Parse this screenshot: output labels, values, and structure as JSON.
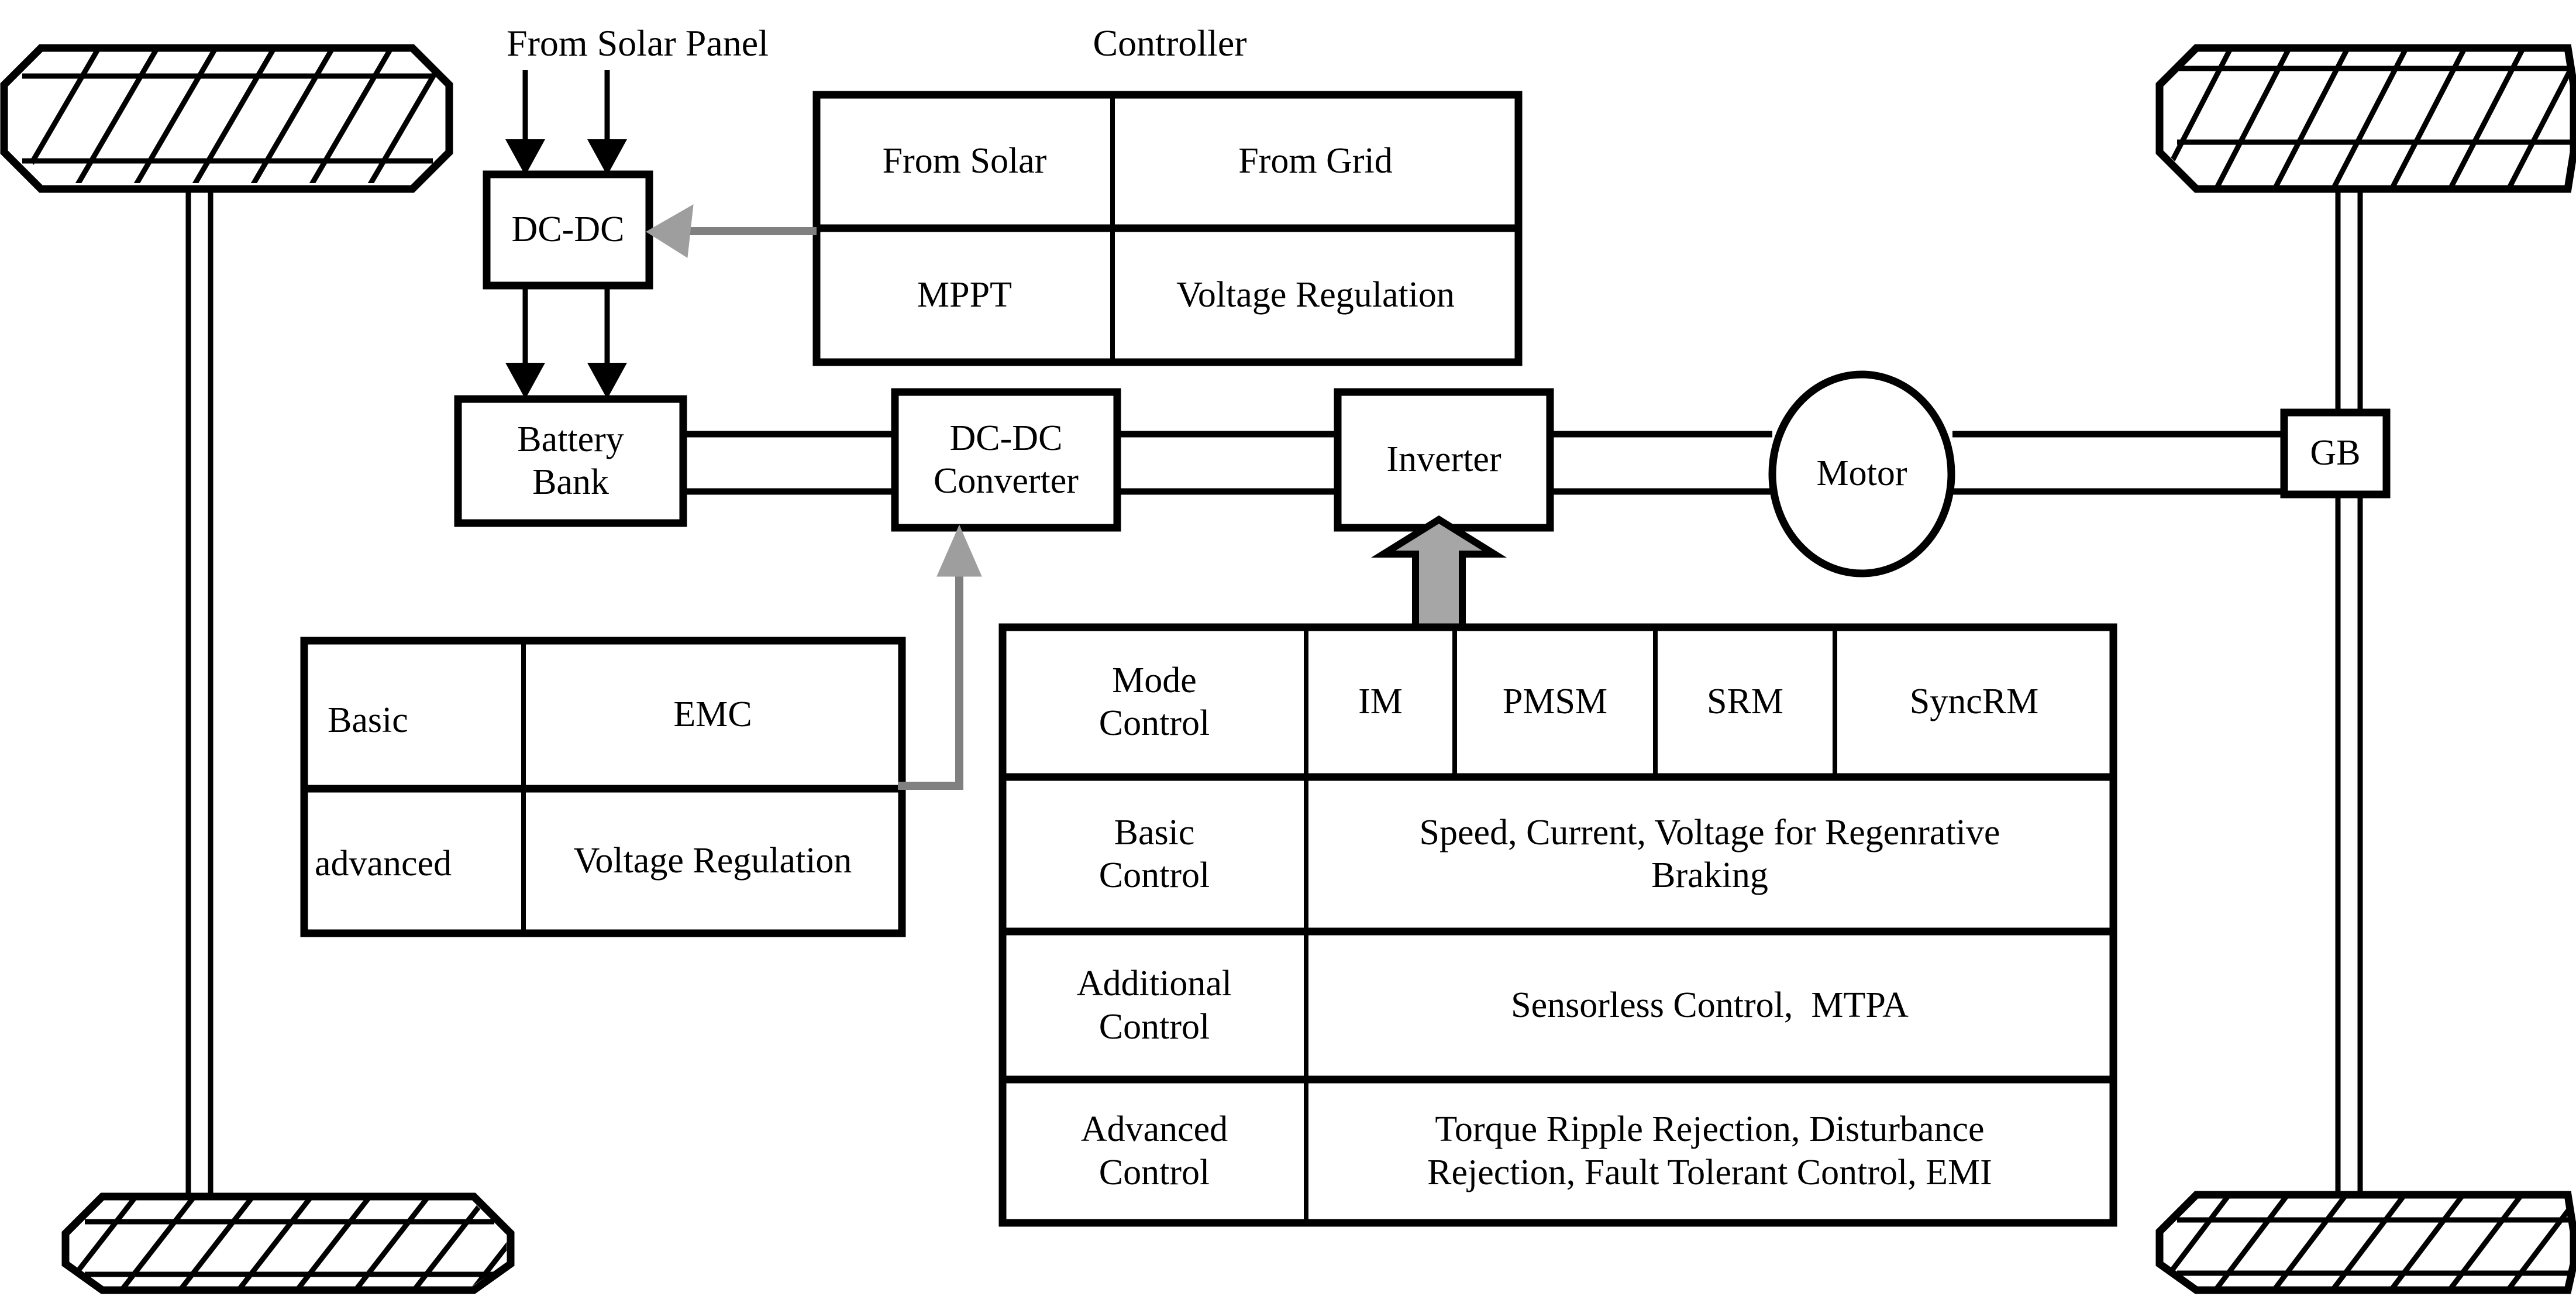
{
  "diagram": {
    "title_labels": {
      "solar_source": "From Solar Panel",
      "controller": "Controller"
    },
    "blocks": {
      "dcdc": "DC-DC",
      "battery": "Battery\nBank",
      "converter": "DC-DC\nConverter",
      "inverter": "Inverter",
      "motor": "Motor",
      "gearbox": "GB"
    },
    "controller_table": {
      "rows": [
        [
          "From Solar",
          "From Grid"
        ],
        [
          "MPPT",
          "Voltage Regulation"
        ]
      ]
    },
    "converter_table": {
      "rows": [
        [
          "Basic",
          "EMC"
        ],
        [
          "advanced",
          "Voltage Regulation"
        ]
      ]
    },
    "motor_control_table": {
      "header": [
        "Mode\nControl",
        "IM",
        "PMSM",
        "SRM",
        "SyncRM"
      ],
      "rows": [
        {
          "label": "Basic\nControl",
          "value": "Speed, Current, Voltage for Regenrative\nBraking"
        },
        {
          "label": "Additional\nControl",
          "value": "Sensorless Control,  MTPA"
        },
        {
          "label": "Advanced\nControl",
          "value": "Torque Ripple Rejection, Disturbance\nRejection, Fault Tolerant Control, EMI"
        }
      ]
    },
    "icons": {
      "wheel_front_left": "wheel-icon",
      "wheel_rear_left": "wheel-icon",
      "wheel_front_right": "wheel-icon",
      "wheel_rear_right": "wheel-icon",
      "solar_input_arrow": "down-arrow-icon",
      "battery_input_arrow": "down-arrow-icon",
      "controller_link_arrow": "left-arrow-icon",
      "converter_control_arrow": "up-arrow-icon",
      "inverter_control_arrow": "up-block-arrow-icon"
    },
    "colors": {
      "stroke": "#000000",
      "background": "#ffffff",
      "accent_gray": "#808080",
      "block_arrow_fill": "#a6a6a6"
    }
  }
}
